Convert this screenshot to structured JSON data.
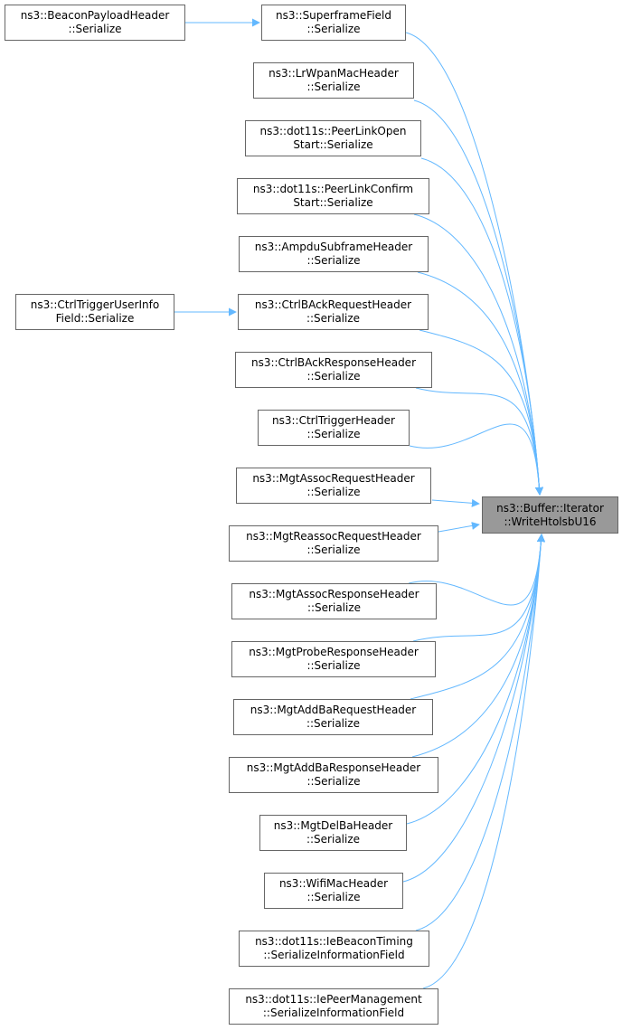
{
  "colors": {
    "edge": "#63b8ff",
    "node_border": "#666666",
    "target_fill": "#999999"
  },
  "target": {
    "line1": "ns3::Buffer::Iterator",
    "line2": "::WriteHtolsbU16"
  },
  "callers": [
    {
      "line1": "ns3::SuperframeField",
      "line2": "::Serialize"
    },
    {
      "line1": "ns3::LrWpanMacHeader",
      "line2": "::Serialize"
    },
    {
      "line1": "ns3::dot11s::PeerLinkOpen",
      "line2": "Start::Serialize"
    },
    {
      "line1": "ns3::dot11s::PeerLinkConfirm",
      "line2": "Start::Serialize"
    },
    {
      "line1": "ns3::AmpduSubframeHeader",
      "line2": "::Serialize"
    },
    {
      "line1": "ns3::CtrlBAckRequestHeader",
      "line2": "::Serialize"
    },
    {
      "line1": "ns3::CtrlBAckResponseHeader",
      "line2": "::Serialize"
    },
    {
      "line1": "ns3::CtrlTriggerHeader",
      "line2": "::Serialize"
    },
    {
      "line1": "ns3::MgtAssocRequestHeader",
      "line2": "::Serialize"
    },
    {
      "line1": "ns3::MgtReassocRequestHeader",
      "line2": "::Serialize"
    },
    {
      "line1": "ns3::MgtAssocResponseHeader",
      "line2": "::Serialize"
    },
    {
      "line1": "ns3::MgtProbeResponseHeader",
      "line2": "::Serialize"
    },
    {
      "line1": "ns3::MgtAddBaRequestHeader",
      "line2": "::Serialize"
    },
    {
      "line1": "ns3::MgtAddBaResponseHeader",
      "line2": "::Serialize"
    },
    {
      "line1": "ns3::MgtDelBaHeader",
      "line2": "::Serialize"
    },
    {
      "line1": "ns3::WifiMacHeader",
      "line2": "::Serialize"
    },
    {
      "line1": "ns3::dot11s::IeBeaconTiming",
      "line2": "::SerializeInformationField"
    },
    {
      "line1": "ns3::dot11s::IePeerManagement",
      "line2": "::SerializeInformationField"
    }
  ],
  "second_level": [
    {
      "line1": "ns3::BeaconPayloadHeader",
      "line2": "::Serialize",
      "calls": "ns3::SuperframeField"
    },
    {
      "line1": "ns3::CtrlTriggerUserInfo",
      "line2": "Field::Serialize",
      "calls": "ns3::CtrlBAckRequestHeader"
    }
  ]
}
